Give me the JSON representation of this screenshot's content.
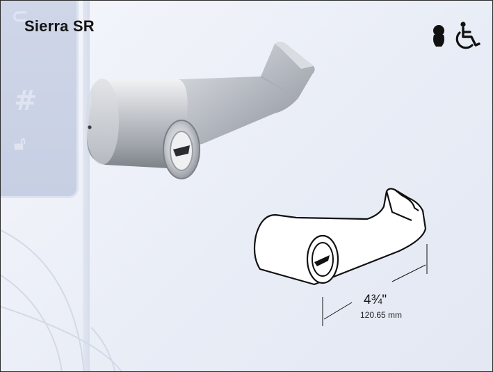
{
  "product": {
    "title": "Sierra SR"
  },
  "badges": {
    "keyed_icon": "keyhole-icon",
    "accessibility_icon": "wheelchair-accessible-icon"
  },
  "dimension": {
    "imperial": "4¾\"",
    "metric": "120.65 mm"
  },
  "colors": {
    "background": "#e9edf6",
    "border": "#2a2a2a",
    "text": "#141414"
  }
}
